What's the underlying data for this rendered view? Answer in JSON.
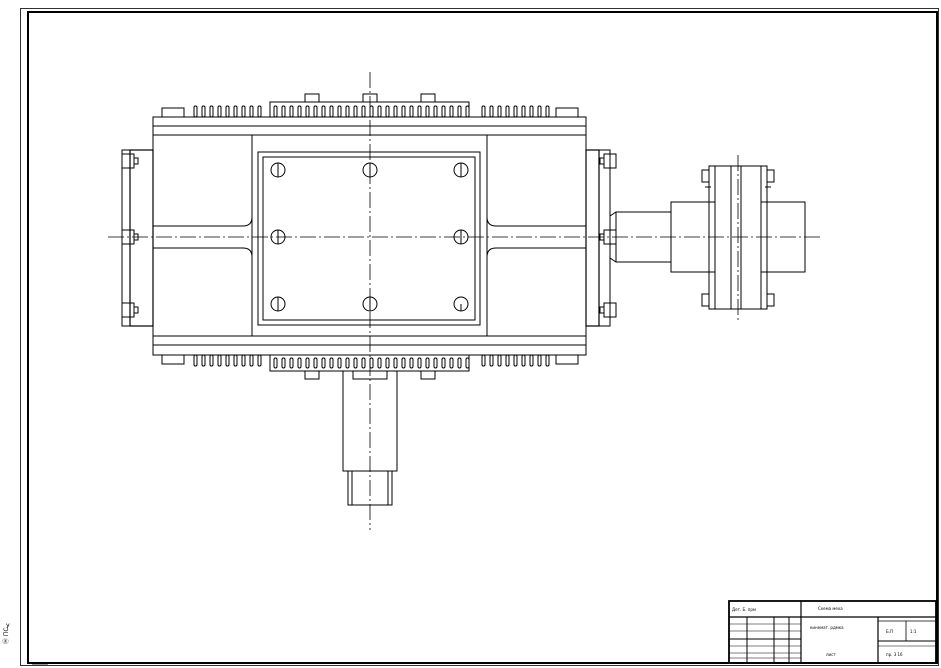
{
  "title_block": {
    "designation": "Дет. Б. прм",
    "name": "Схема меха",
    "subtitle": "кинемат. рдмка",
    "sheet": "лист",
    "lit": "Б.П",
    "scale": "1:1",
    "sheets": "пр. 3 16"
  },
  "margin_note": {
    "symbol": "У",
    "label": "Ⓗ ПС"
  },
  "colors": {
    "line": "#000000",
    "paper": "#ffffff"
  }
}
